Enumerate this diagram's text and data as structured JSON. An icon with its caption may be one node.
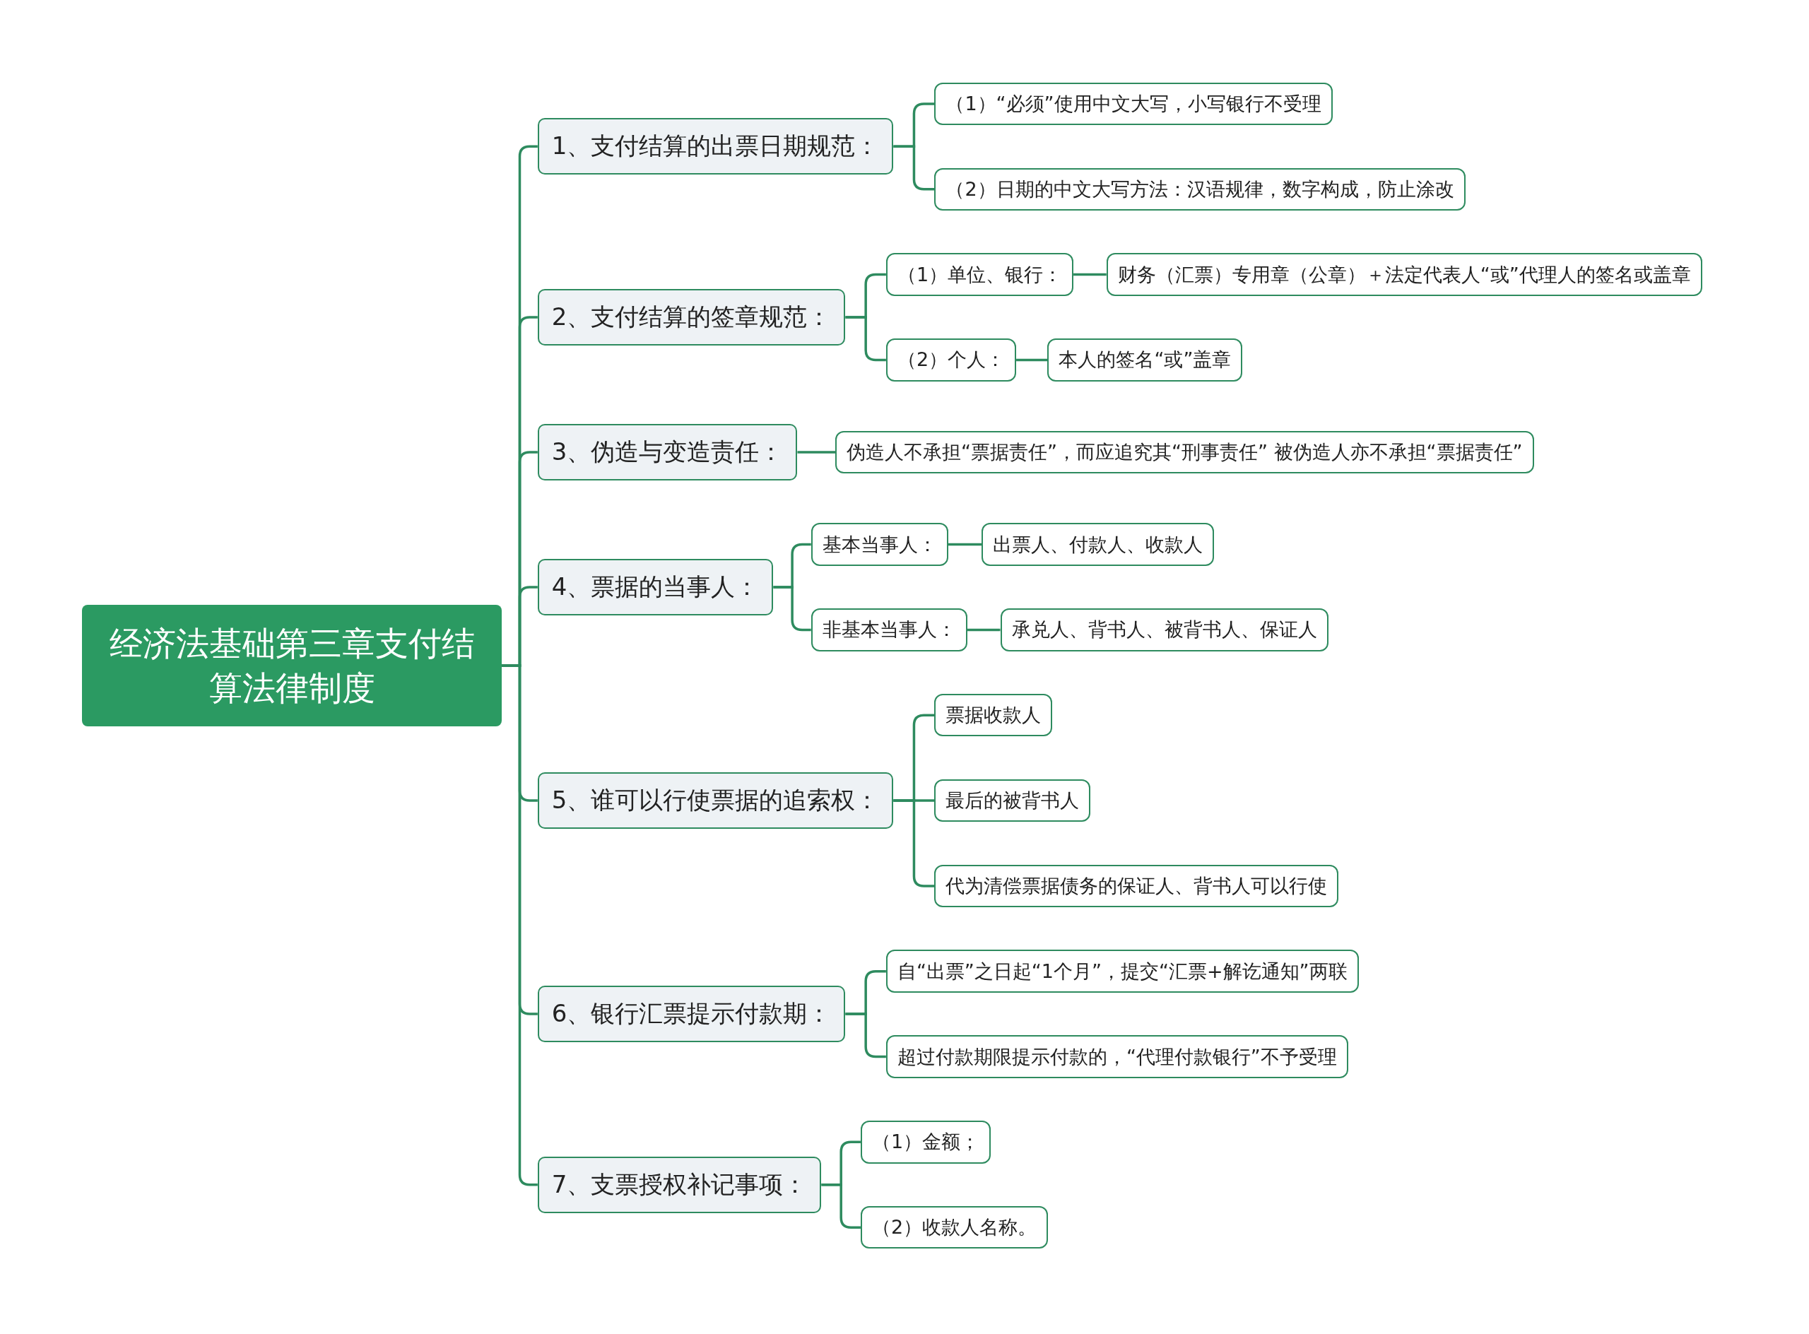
{
  "diagram": {
    "nodes": [
      {
        "text": [
          "经济法基础第三章支付结算法律制度"
        ]
      },
      {
        "text": [
          "1、支付结算的出票日期规范："
        ]
      },
      {
        "text": [
          "（1）“必须”使用中文大写，小写银行不受理"
        ]
      },
      {
        "text": [
          "（2）日期的中文大写方法：汉语规律，数字构成，防止涂改"
        ]
      },
      {
        "text": [
          "2、支付结算的签章规范："
        ]
      },
      {
        "text": [
          "（1）单位、银行："
        ]
      },
      {
        "text": [
          "财务（汇票）专用章（公章）＋法定代表人“或”代理人的签名或盖章"
        ]
      },
      {
        "text": [
          "（2）个人："
        ]
      },
      {
        "text": [
          "本人的签名“或”盖章"
        ]
      },
      {
        "text": [
          "3、伪造与变造责任："
        ]
      },
      {
        "text": [
          "伪造人不承担“票据责任”，而应追究其“刑事责任” 被伪造人亦不承担“票据责任”"
        ]
      },
      {
        "text": [
          "4、票据的当事人："
        ]
      },
      {
        "text": [
          "基本当事人："
        ]
      },
      {
        "text": [
          "出票人、付款人、收款人"
        ]
      },
      {
        "text": [
          "非基本当事人："
        ]
      },
      {
        "text": [
          "承兑人、背书人、被背书人、保证人"
        ]
      },
      {
        "text": [
          "5、谁可以行使票据的追索权："
        ]
      },
      {
        "text": [
          "票据收款人"
        ]
      },
      {
        "text": [
          "最后的被背书人"
        ]
      },
      {
        "text": [
          "代为清偿票据债务的保证人、背书人可以行使"
        ]
      },
      {
        "text": [
          "6、银行汇票提示付款期："
        ]
      },
      {
        "text": [
          "自“出票”之日起“1个月”，提交“汇票+解讫通知”两联"
        ]
      },
      {
        "text": [
          "超过付款期限提示付款的，“代理付款银行”不予受理"
        ]
      },
      {
        "text": [
          "7、支票授权补记事项："
        ]
      },
      {
        "text": [
          "（1）金额；"
        ]
      },
      {
        "text": [
          "（2）收款人名称。"
        ]
      }
    ],
    "edges": [
      {
        "from": 0,
        "to": 1,
        "arrow": "none"
      },
      {
        "from": 0,
        "to": 4,
        "arrow": "none"
      },
      {
        "from": 0,
        "to": 9,
        "arrow": "none"
      },
      {
        "from": 0,
        "to": 11,
        "arrow": "none"
      },
      {
        "from": 0,
        "to": 16,
        "arrow": "none"
      },
      {
        "from": 0,
        "to": 20,
        "arrow": "none"
      },
      {
        "from": 0,
        "to": 23,
        "arrow": "none"
      },
      {
        "from": 1,
        "to": 2,
        "arrow": "none"
      },
      {
        "from": 1,
        "to": 3,
        "arrow": "none"
      },
      {
        "from": 4,
        "to": 5,
        "arrow": "none"
      },
      {
        "from": 4,
        "to": 7,
        "arrow": "none"
      },
      {
        "from": 5,
        "to": 6,
        "arrow": "none"
      },
      {
        "from": 7,
        "to": 8,
        "arrow": "none"
      },
      {
        "from": 9,
        "to": 10,
        "arrow": "none"
      },
      {
        "from": 11,
        "to": 12,
        "arrow": "none"
      },
      {
        "from": 11,
        "to": 14,
        "arrow": "none"
      },
      {
        "from": 12,
        "to": 13,
        "arrow": "none"
      },
      {
        "from": 14,
        "to": 15,
        "arrow": "none"
      },
      {
        "from": 16,
        "to": 17,
        "arrow": "none"
      },
      {
        "from": 16,
        "to": 18,
        "arrow": "none"
      },
      {
        "from": 16,
        "to": 19,
        "arrow": "none"
      },
      {
        "from": 20,
        "to": 21,
        "arrow": "none"
      },
      {
        "from": 20,
        "to": 22,
        "arrow": "none"
      },
      {
        "from": 23,
        "to": 24,
        "arrow": "none"
      },
      {
        "from": 23,
        "to": 25,
        "arrow": "none"
      }
    ]
  }
}
